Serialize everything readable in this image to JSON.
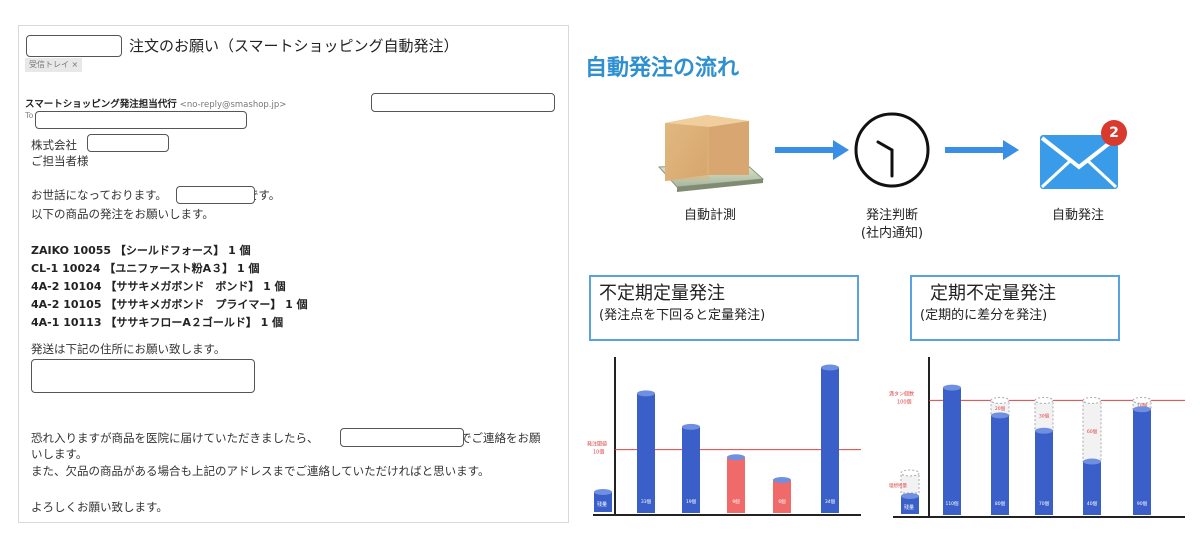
{
  "email": {
    "subject": "注文のお願い（スマートショッピング自動発注）",
    "tag": "受信トレイ ×",
    "sender_name": "スマートショッピング発注担当代行",
    "sender_address": "<no-reply@smashop.jp>",
    "to_label": "To",
    "company_label": "株式会社",
    "person_label": "ご担当者様",
    "greeting_before": "お世話になっております。",
    "greeting_after": "です。",
    "request_line": "以下の商品の発注をお願いします。",
    "items": [
      "ZAIKO 10055 【シールドフォース】 1 個",
      "CL-1 10024 【ユニファースト粉A３】 1 個",
      "4A-2 10104 【ササキメガボンド　ボンド】 1 個",
      "4A-2 10105 【ササキメガボンド　プライマー】 1 個",
      "4A-1 10113 【ササキフローA２ゴールド】 1 個"
    ],
    "shipping_line": "発送は下記の住所にお願い致します。",
    "contact_before": "恐れ入りますが商品を医院に届けていただきましたら、",
    "contact_after": "までご連絡をお願",
    "contact_cont": "いします。",
    "shortage_line": "また、欠品の商品がある場合も上記のアドレスまでご連絡していただければと思います。",
    "closing": "よろしくお願い致します。"
  },
  "flow": {
    "title": "自動発注の流れ",
    "steps": [
      {
        "label": "自動計測",
        "icon": "scale-box-icon"
      },
      {
        "label": "発注判断",
        "sublabel": "(社内通知)",
        "icon": "clock-icon"
      },
      {
        "label": "自動発注",
        "icon": "mail-icon",
        "badge": "2"
      }
    ]
  },
  "methods": [
    {
      "title": "不定期定量発注",
      "subtitle": "(発注点を下回ると定量発注)"
    },
    {
      "title": "定期不定量発注",
      "subtitle": "(定期的に差分を発注)"
    }
  ],
  "chart_data": [
    {
      "type": "bar",
      "threshold_label": "発注閾値",
      "threshold_value_label": "10個",
      "legend_label": "残量",
      "bars": [
        {
          "label": "33個",
          "level": 0.8,
          "color": "#3a5fc8"
        },
        {
          "label": "19個",
          "level": 0.58,
          "color": "#3a5fc8"
        },
        {
          "label": "9個",
          "level": 0.38,
          "color": "#f06a6a"
        },
        {
          "label": "6個",
          "level": 0.23,
          "color": "#f06a6a"
        },
        {
          "label": "34個",
          "level": 0.97,
          "color": "#3a5fc8"
        }
      ],
      "threshold_level": 0.43
    },
    {
      "type": "bar",
      "max_label": "満タン個数",
      "max_value_label": "100個",
      "empty_label": "理想残量",
      "legend_label": "残量",
      "bars": [
        {
          "label": "110個",
          "level": 0.84,
          "order_label": ""
        },
        {
          "label": "80個",
          "level": 0.66,
          "order_label": "20個"
        },
        {
          "label": "70個",
          "level": 0.56,
          "order_label": "30個"
        },
        {
          "label": "40個",
          "level": 0.36,
          "order_label": "60個"
        },
        {
          "label": "90個",
          "level": 0.7,
          "order_label": "10個"
        }
      ],
      "max_level": 0.77
    }
  ],
  "colors": {
    "accent_blue": "#2e8fd1",
    "arrow_blue": "#3a8ee6",
    "bar_blue": "#3a5fc8",
    "bar_red": "#f06a6a",
    "threshold_red": "#e04040",
    "mail_blue": "#3a9ce8",
    "badge_red": "#d83a2e"
  }
}
